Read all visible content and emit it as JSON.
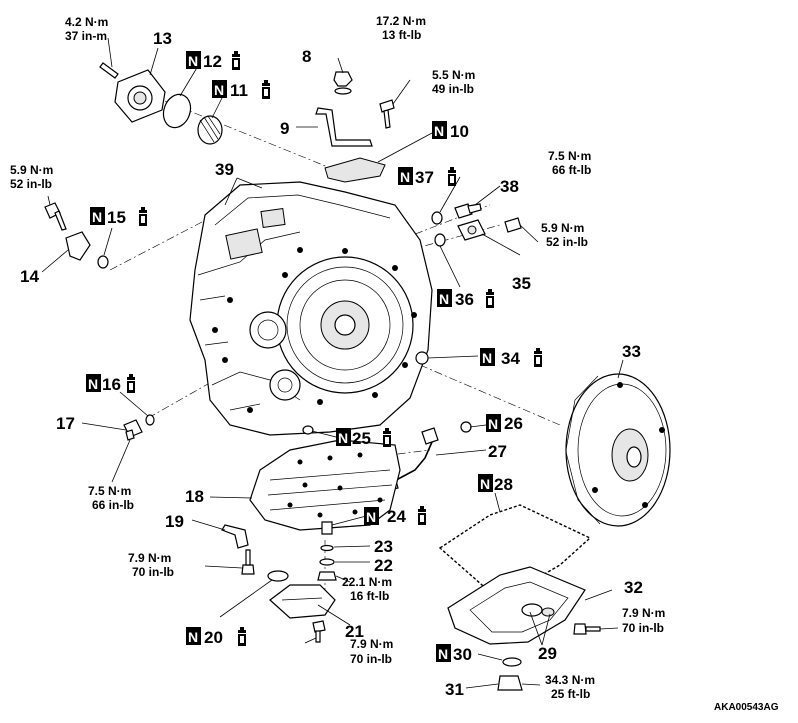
{
  "callouts": {
    "c8": "8",
    "c9": "9",
    "c13": "13",
    "c14": "14",
    "c17": "17",
    "c18": "18",
    "c19": "19",
    "c21": "21",
    "c22": "22",
    "c23": "23",
    "c27": "27",
    "c29": "29",
    "c31": "31",
    "c32": "32",
    "c33": "33",
    "c35": "35",
    "c38": "38",
    "c39": "39"
  },
  "n_marks": {
    "n10": "10",
    "n11": "11",
    "n12": "12",
    "n15": "15",
    "n16": "16",
    "n20": "20",
    "n24": "24",
    "n25": "25",
    "n26": "26",
    "n28": "28",
    "n30": "30",
    "n34": "34",
    "n36": "36",
    "n37": "37"
  },
  "n_letter": "N",
  "torques": {
    "t13": [
      "4.2 N·m",
      "37 in-m"
    ],
    "t8": [
      "17.2 N·m",
      "13 ft-lb"
    ],
    "t9": [
      "5.5 N·m",
      "49 in-lb"
    ],
    "t14": [
      "5.9 N·m",
      "52 in-lb"
    ],
    "t38": [
      "7.5 N·m",
      "66 ft-lb"
    ],
    "t35": [
      "5.9 N·m",
      "52 in-lb"
    ],
    "t17": [
      "7.5 N·m",
      "66 in-lb"
    ],
    "t19": [
      "7.9 N·m",
      "70 in-lb"
    ],
    "t22": [
      "22.1 N·m",
      "16 ft-lb"
    ],
    "t21": [
      "7.9 N·m",
      "70 in-lb"
    ],
    "t32": [
      "7.9 N·m",
      "70 in-lb"
    ],
    "t31": [
      "34.3 N·m",
      "25 ft-lb"
    ]
  },
  "figure_code": "AKA00543AG",
  "icons": [
    "fluid-bottle-icon",
    "new-part-marker-icon"
  ]
}
